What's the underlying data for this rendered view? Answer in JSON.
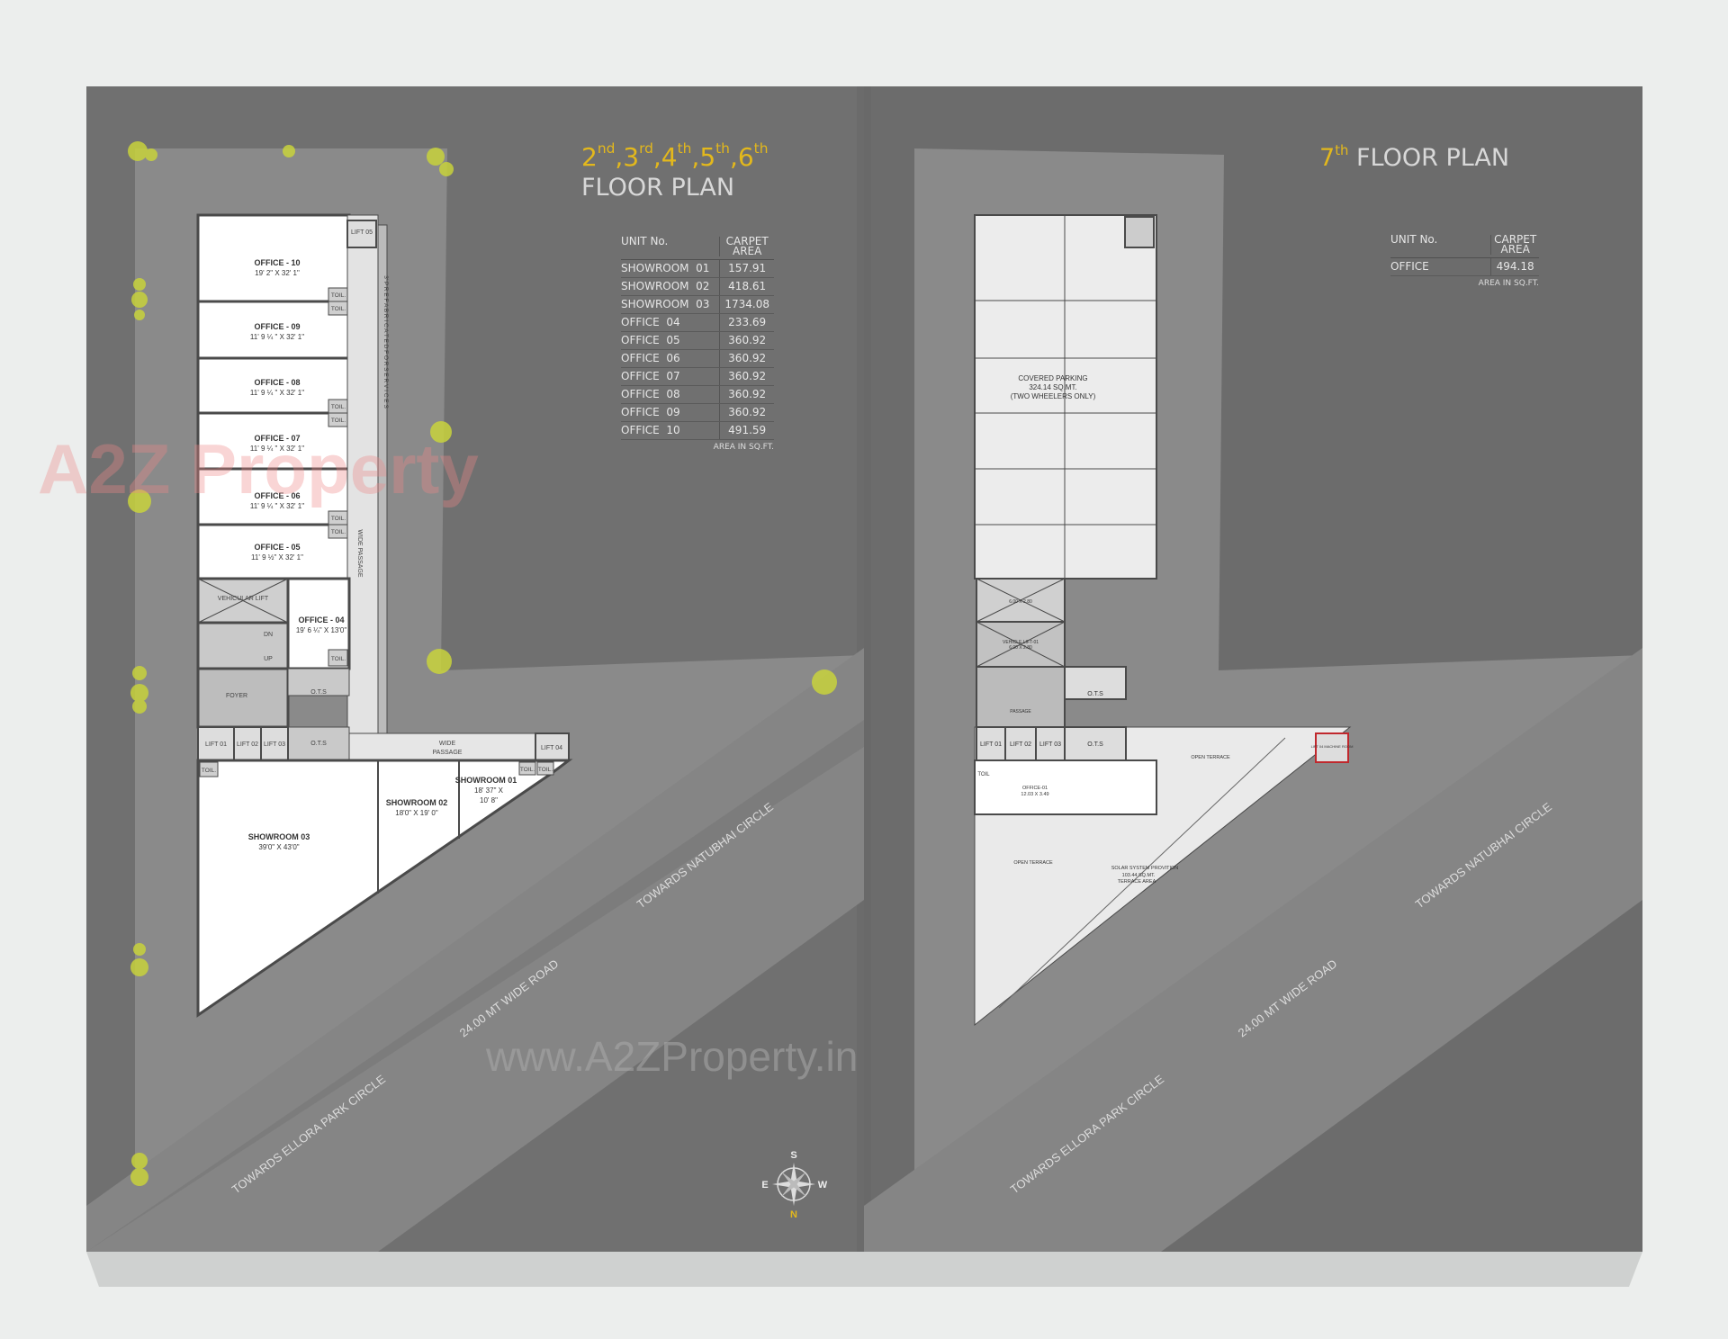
{
  "left_plan": {
    "title_floors": [
      "2",
      "nd",
      ",3",
      "rd",
      ",4",
      "th",
      ",5",
      "th",
      ",6",
      "th"
    ],
    "title_label": "FLOOR PLAN",
    "table": {
      "header": [
        "UNIT No.",
        "CARPET AREA"
      ],
      "rows": [
        {
          "unit": "SHOWROOM  01",
          "area": "157.91"
        },
        {
          "unit": "SHOWROOM  02",
          "area": "418.61"
        },
        {
          "unit": "SHOWROOM  03",
          "area": "1734.08"
        },
        {
          "unit": "OFFICE  04",
          "area": "233.69"
        },
        {
          "unit": "OFFICE  05",
          "area": "360.92"
        },
        {
          "unit": "OFFICE  06",
          "area": "360.92"
        },
        {
          "unit": "OFFICE  07",
          "area": "360.92"
        },
        {
          "unit": "OFFICE  08",
          "area": "360.92"
        },
        {
          "unit": "OFFICE  09",
          "area": "360.92"
        },
        {
          "unit": "OFFICE  10",
          "area": "491.59"
        }
      ],
      "footnote": "AREA IN SQ.FT."
    },
    "rooms": {
      "office10": {
        "name": "OFFICE - 10",
        "size": "19' 2\" X 32' 1\""
      },
      "office09": {
        "name": "OFFICE - 09",
        "size": "11' 9 ¼ \" X 32' 1\""
      },
      "office08": {
        "name": "OFFICE - 08",
        "size": "11' 9 ¼ \" X 32' 1\""
      },
      "office07": {
        "name": "OFFICE - 07",
        "size": "11' 9 ¼ \" X 32' 1\""
      },
      "office06": {
        "name": "OFFICE - 06",
        "size": "11' 9 ¼ \" X 32' 1\""
      },
      "office05": {
        "name": "OFFICE - 05",
        "size": "11' 9 ½\" X 32' 1\""
      },
      "office04": {
        "name": "OFFICE - 04",
        "size": "19' 6 ¼\" X 13'0\""
      },
      "showroom01": {
        "name": "SHOWROOM 01",
        "size1": "18' 37\" X",
        "size2": "10' 8\""
      },
      "showroom02": {
        "name": "SHOWROOM 02",
        "size": "18'0\" X 19' 0\""
      },
      "showroom03": {
        "name": "SHOWROOM 03",
        "size": "39'0\" X 43'0\""
      },
      "vehicular_lift": "VEHICULAR LIFT",
      "foyer": "FOYER",
      "lift01": "LIFT 01",
      "lift02": "LIFT 02",
      "lift03": "LIFT 03",
      "lift04": "LIFT 04",
      "lift05": "LIFT 05",
      "ots": "O.T.S",
      "toil": "TOIL.",
      "dn": "DN",
      "up": "UP",
      "wide_passage": "WIDE PASSAGE",
      "wide_passage_h1": "WIDE",
      "wide_passage_h2": "PASSAGE",
      "prefab": "3' P R E F A B R I C A T E D   F O R   S E R V I C E S"
    },
    "roads": {
      "main": "24.00 MT WIDE ROAD",
      "natubhai": "TOWARDS NATUBHAI CIRCLE",
      "ellora": "TOWARDS ELLORA PARK CIRCLE"
    },
    "compass": {
      "s": "S",
      "e": "E",
      "w": "W",
      "n": "N"
    }
  },
  "right_plan": {
    "title_floor": "7",
    "title_sup": "th",
    "title_label": "FLOOR PLAN",
    "table": {
      "header": [
        "UNIT No.",
        "CARPET AREA"
      ],
      "rows": [
        {
          "unit": "OFFICE",
          "area": "494.18"
        }
      ],
      "footnote": "AREA IN SQ.FT."
    },
    "rooms": {
      "parking1": "COVERED PARKING",
      "parking2": "324.14 SQ.MT.",
      "parking3": "(TWO WHEELERS ONLY)",
      "lift_box": "6.00 X 2.80",
      "vehicle_lift1": "VEHICLE LIFT-01",
      "vehicle_lift2": "6.00 X 2.80",
      "lift01": "LIFT 01",
      "lift02": "LIFT 02",
      "lift03": "LIFT 03",
      "ots": "O.T.S",
      "toil": "TOIL",
      "passage": "PASSAGE",
      "office1": "OFFICE-01",
      "office2": "12.03 X 3.49",
      "open_terrace": "OPEN TERRACE",
      "solar1": "SOLAR SYSTEM PROVITION",
      "solar2": "103.44 SQ.MT.",
      "solar3": "TERRACE AREA",
      "machine_room": "LIFT 04 MACHINE ROOM"
    },
    "roads": {
      "main": "24.00 MT WIDE ROAD",
      "natubhai": "TOWARDS NATUBHAI CIRCLE",
      "ellora": "TOWARDS ELLORA PARK CIRCLE"
    }
  },
  "watermark": {
    "logo": "A2Z Property",
    "url": "www.A2ZProperty.in"
  },
  "colors": {
    "background": "#eceeed",
    "board": "#6e6e6e",
    "site": "#8c8c8c",
    "accent": "#e3b81c",
    "tree": "#c8d23c",
    "highlight": "#c0282d"
  }
}
